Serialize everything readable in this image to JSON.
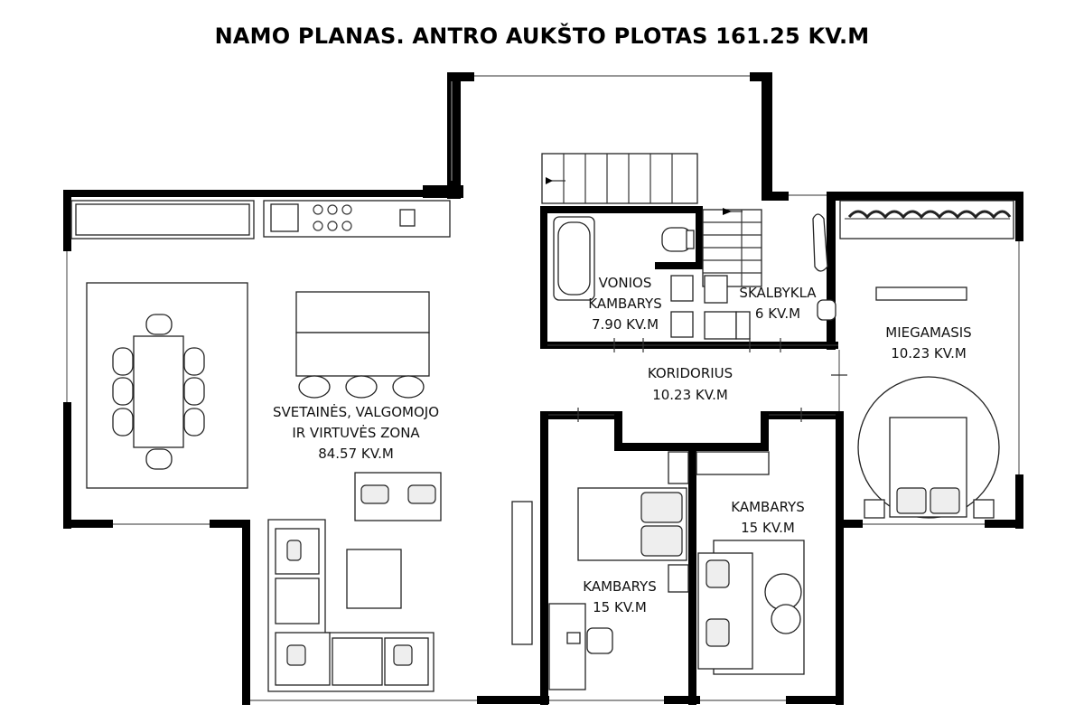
{
  "title": "NAMO PLANAS. ANTRO AUKŠTO PLOTAS 161.25  KV.M",
  "rooms": {
    "living": {
      "l1": "SVETAINĖS, VALGOMOJO",
      "l2": "IR VIRTUVĖS ZONA",
      "area": "84.57 KV.M"
    },
    "bath": {
      "l1": "VONIOS",
      "l2": "KAMBARYS",
      "area": "7.90 KV.M"
    },
    "laundry": {
      "l1": "SKALBYKLA",
      "area": "6 KV.M"
    },
    "bedroom_master": {
      "l1": "MIEGAMASIS",
      "area": "10.23 KV.M"
    },
    "corridor": {
      "l1": "KORIDORIUS",
      "area": "10.23 KV.M"
    },
    "room_a": {
      "l1": "KAMBARYS",
      "area": "15 KV.M"
    },
    "room_b": {
      "l1": "KAMBARYS",
      "area": "15 KV.M"
    }
  },
  "icons": [
    "sofa-icon",
    "dining-table-icon",
    "kitchen-island-icon",
    "bathtub-icon",
    "toilet-icon",
    "sink-icon",
    "washing-machine-icon",
    "ironing-board-icon",
    "bed-icon",
    "desk-icon",
    "stairs-icon",
    "wardrobe-icon",
    "rug-icon"
  ]
}
